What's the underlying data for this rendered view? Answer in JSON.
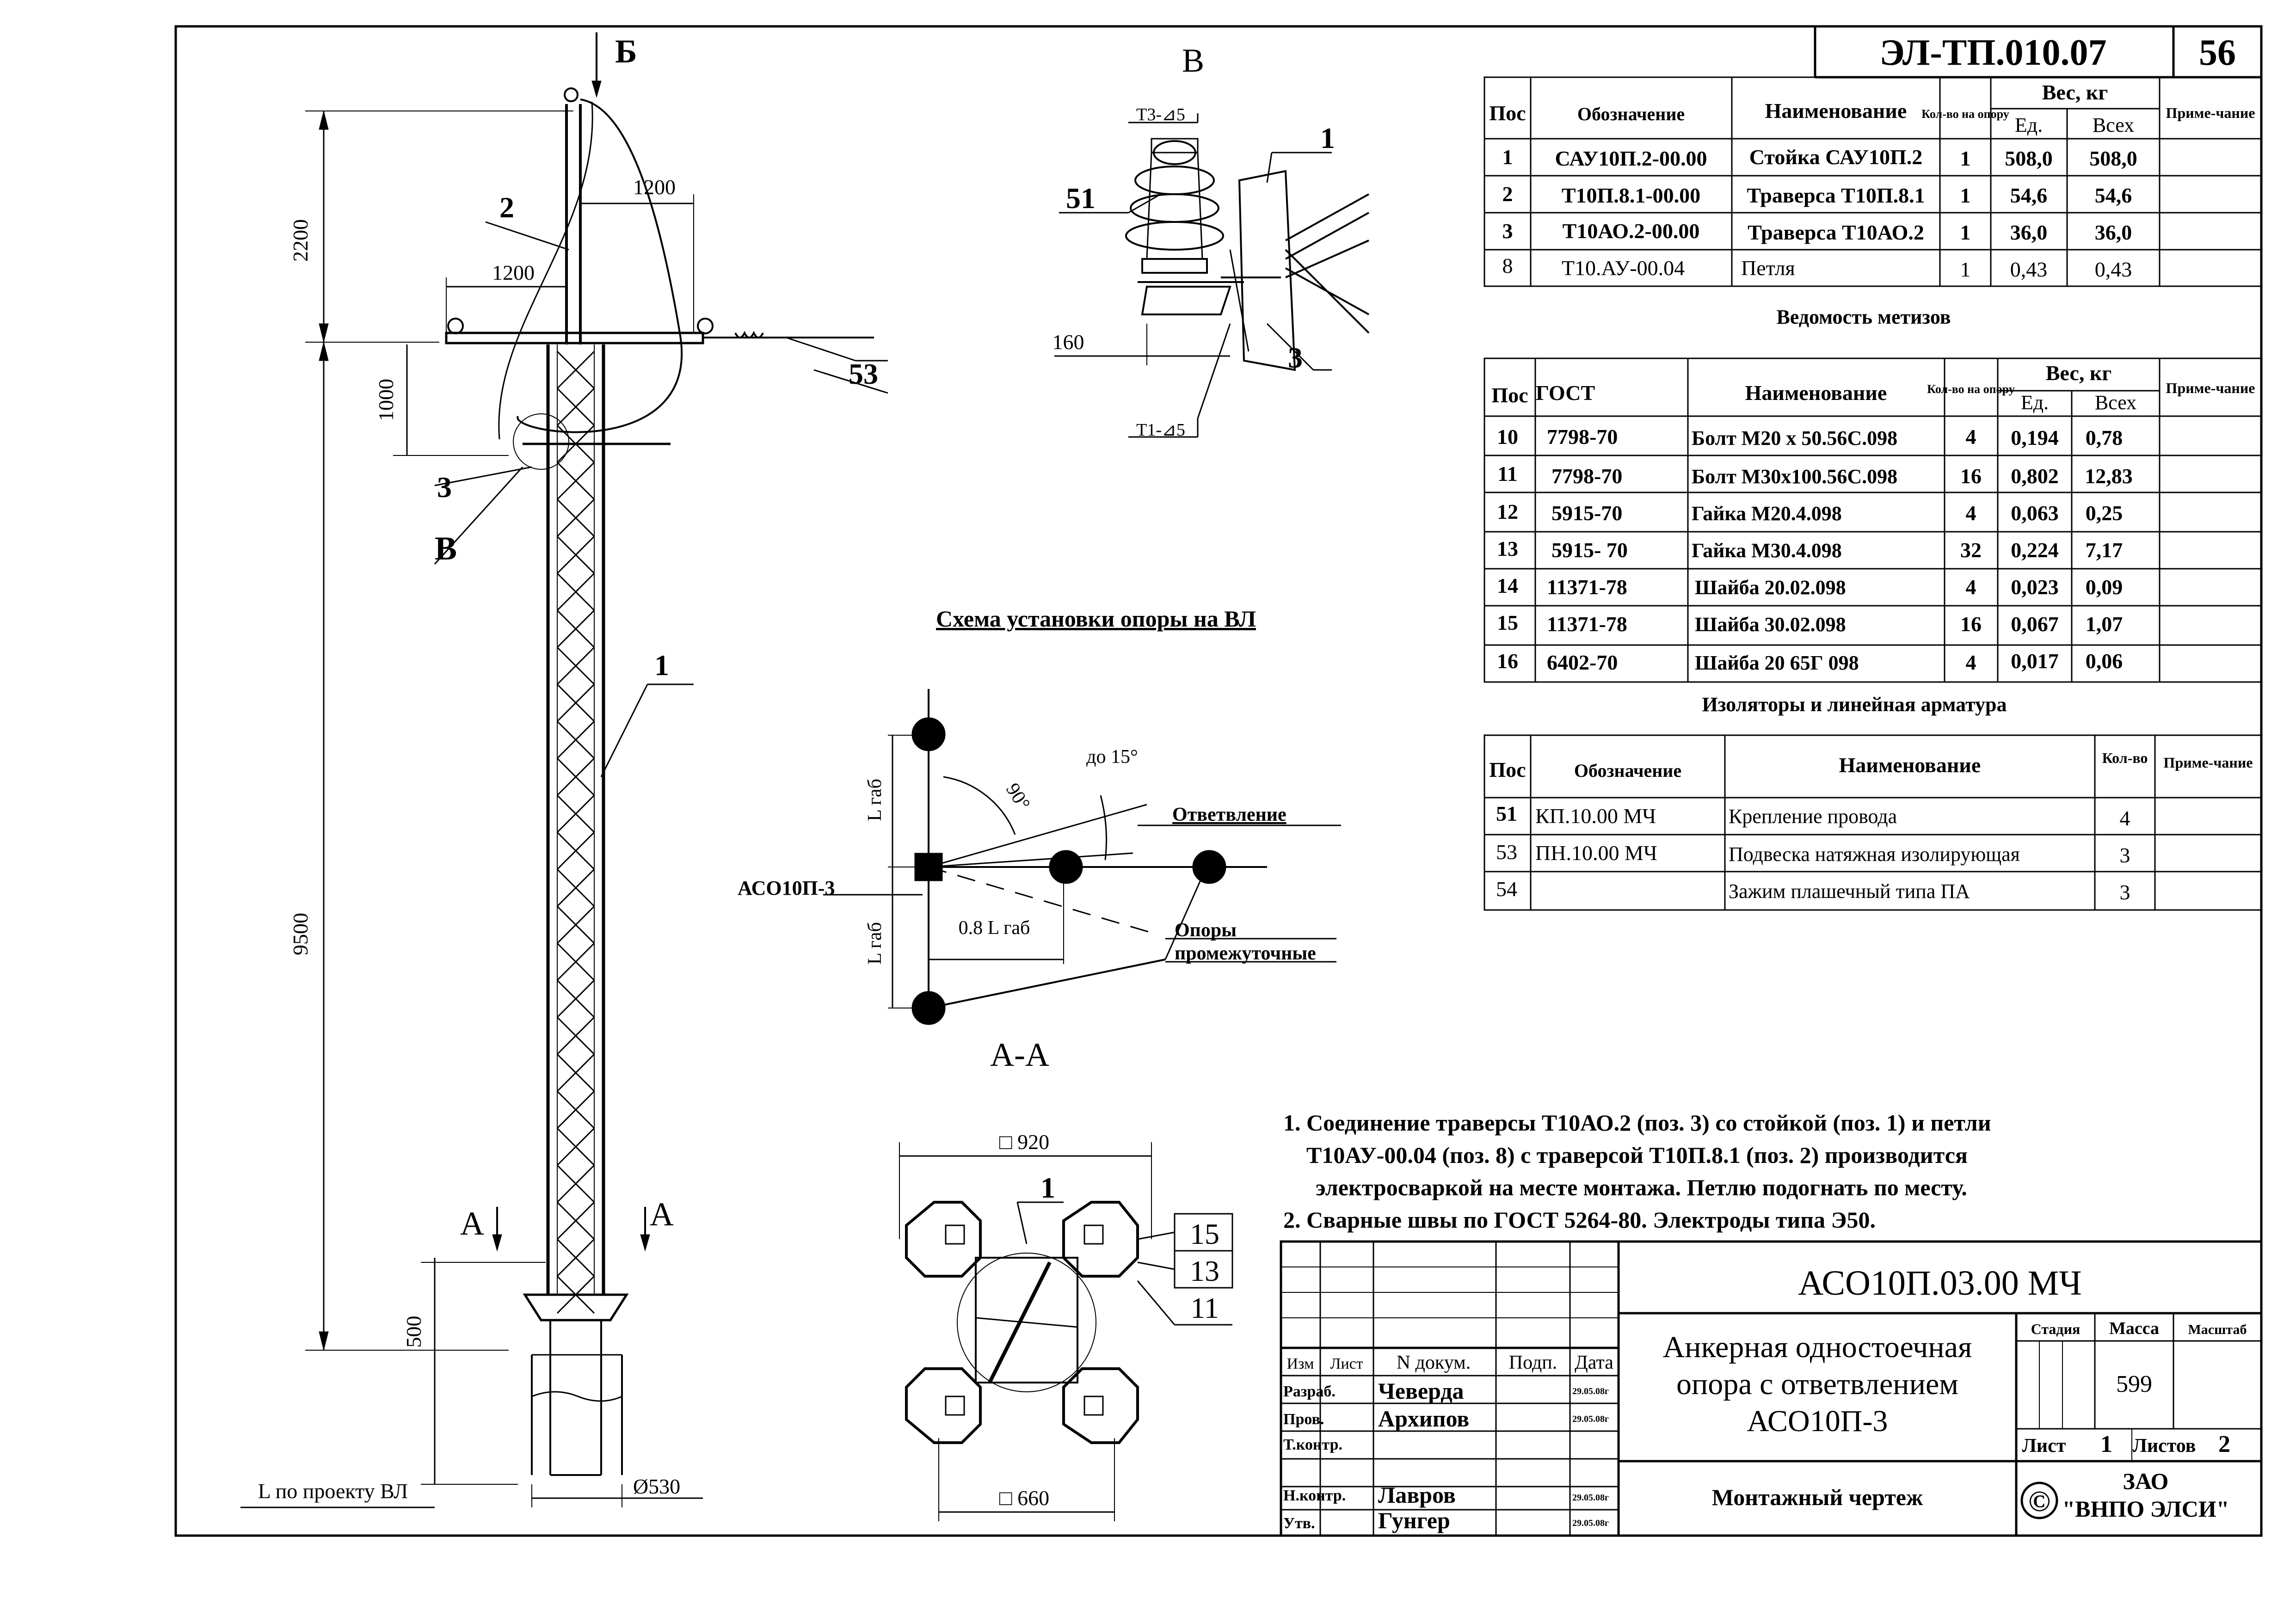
{
  "doc_code": "ЭЛ-ТП.010.07",
  "page_number": "56",
  "parts_table": {
    "headers": {
      "pos": "Пос",
      "designation": "Обозначение",
      "name": "Наименование",
      "qty": "Кол-во на опору",
      "weight": "Вес, кг",
      "unit": "Ед.",
      "total": "Всех",
      "note": "Приме-чание"
    },
    "rows": [
      {
        "pos": "1",
        "designation": "САУ10П.2-00.00",
        "name": "Стойка САУ10П.2",
        "qty": "1",
        "unit": "508,0",
        "total": "508,0"
      },
      {
        "pos": "2",
        "designation": "Т10П.8.1-00.00",
        "name": "Траверса Т10П.8.1",
        "qty": "1",
        "unit": "54,6",
        "total": "54,6"
      },
      {
        "pos": "3",
        "designation": "Т10АО.2-00.00",
        "name": "Траверса Т10АО.2",
        "qty": "1",
        "unit": "36,0",
        "total": "36,0"
      },
      {
        "pos": "8",
        "designation": "Т10.АУ-00.04",
        "name": "Петля",
        "qty": "1",
        "unit": "0,43",
        "total": "0,43"
      }
    ]
  },
  "fasteners_title": "Ведомость метизов",
  "fasteners_table": {
    "headers": {
      "pos": "Пос",
      "gost": "ГОСТ",
      "name": "Наименование",
      "qty": "Кол-во на опору",
      "weight": "Вес, кг",
      "unit": "Ед.",
      "total": "Всех",
      "note": "Приме-чание"
    },
    "rows": [
      {
        "pos": "10",
        "gost": "7798-70",
        "name": "Болт М20 х 50.56С.098",
        "qty": "4",
        "unit": "0,194",
        "total": "0,78"
      },
      {
        "pos": "11",
        "gost": "7798-70",
        "name": "Болт М30х100.56С.098",
        "qty": "16",
        "unit": "0,802",
        "total": "12,83"
      },
      {
        "pos": "12",
        "gost": "5915-70",
        "name": "Гайка М20.4.098",
        "qty": "4",
        "unit": "0,063",
        "total": "0,25"
      },
      {
        "pos": "13",
        "gost": "5915- 70",
        "name": "Гайка М30.4.098",
        "qty": "32",
        "unit": "0,224",
        "total": "7,17"
      },
      {
        "pos": "14",
        "gost": "11371-78",
        "name": "Шайба 20.02.098",
        "qty": "4",
        "unit": "0,023",
        "total": "0,09"
      },
      {
        "pos": "15",
        "gost": "11371-78",
        "name": "Шайба 30.02.098",
        "qty": "16",
        "unit": "0,067",
        "total": "1,07"
      },
      {
        "pos": "16",
        "gost": "6402-70",
        "name": "Шайба 20 65Г 098",
        "qty": "4",
        "unit": "0,017",
        "total": "0,06"
      }
    ]
  },
  "insulators_title": "Изоляторы и линейная арматура",
  "insulators_table": {
    "headers": {
      "pos": "Пос",
      "designation": "Обозначение",
      "name": "Наименование",
      "qty": "Кол-во",
      "note": "Приме-чание"
    },
    "rows": [
      {
        "pos": "51",
        "designation": "КП.10.00 МЧ",
        "name": "Крепление провода",
        "qty": "4"
      },
      {
        "pos": "53",
        "designation": "ПН.10.00 МЧ",
        "name": "Подвеска натяжная изолирующая",
        "qty": "3"
      },
      {
        "pos": "54",
        "designation": "",
        "name": "Зажим плашечный типа ПА",
        "qty": "3"
      }
    ]
  },
  "notes": [
    "1. Соединение траверсы Т10АО.2 (поз. 3) со стойкой (поз. 1) и петли",
    "Т10АУ-00.04 (поз. 8) с траверсой Т10П.8.1 (поз. 2) производится",
    "электросваркой на месте монтажа. Петлю подогнать по месту.",
    "2. Сварные швы по ГОСТ 5264-80. Электроды типа Э50."
  ],
  "main_view": {
    "dims": {
      "top": "2200",
      "traverse_upper": "1200",
      "traverse_lower": "1200",
      "d1000": "1000",
      "height": "9500",
      "d500": "500",
      "diameter": "Ø530",
      "footing": "L по проекту ВЛ"
    },
    "labels": {
      "b_view": "Б",
      "pos1": "1",
      "pos2": "2",
      "pos3": "3",
      "pos53": "53",
      "callout_v": "В",
      "section_a_left": "А",
      "section_a_right": "А"
    }
  },
  "detail_v": {
    "title": "В",
    "weld_top": "Т3-⊿5",
    "weld_bottom": "Т1-⊿5",
    "dim": "160",
    "pos1": "1",
    "pos51": "51",
    "pos3": "3"
  },
  "scheme": {
    "title": "Схема установки опоры на ВЛ",
    "labels": {
      "lgab_upper": "L габ",
      "lgab_lower": "L габ",
      "angle90": "90°",
      "angle15": "до 15°",
      "branch": "Ответвление",
      "support": "АСО10П-3",
      "l08": "0.8 L габ",
      "intermediate_1": "Опоры",
      "intermediate_2": "промежуточные"
    }
  },
  "section_aa": {
    "title": "А-А",
    "dim_top": "□ 920",
    "dim_bottom": "□ 660",
    "pos1": "1",
    "pos15": "15",
    "pos13": "13",
    "pos11": "11"
  },
  "title_block": {
    "code": "АСО10П.03.00 МЧ",
    "name_line1": "Анкерная одностоечная",
    "name_line2": "опора с ответвлением",
    "name_line3": "АСО10П-3",
    "doc_type": "Монтажный чертеж",
    "col_izm": "Изм",
    "col_list": "Лист",
    "col_ndoc": "N докум.",
    "col_podp": "Подп.",
    "col_date": "Дата",
    "stage_label": "Стадия",
    "mass_label": "Масса",
    "scale_label": "Масштаб",
    "mass": "599",
    "sheet_label": "Лист",
    "sheet": "1",
    "sheets_label": "Листов",
    "sheets": "2",
    "roles": [
      {
        "role": "Разраб.",
        "name": "Чеверда",
        "date": "29.05.08г"
      },
      {
        "role": "Пров.",
        "name": "Архипов",
        "date": "29.05.08г"
      },
      {
        "role": "Т.контр.",
        "name": "",
        "date": ""
      },
      {
        "role": "",
        "name": "",
        "date": ""
      },
      {
        "role": "Н.контр.",
        "name": "Лавров",
        "date": "29.05.08г"
      },
      {
        "role": "Утв.",
        "name": "Гунгер",
        "date": "29.05.08г"
      }
    ],
    "company_1": "ЗАО",
    "company_2": "\"ВНПО ЭЛСИ\"",
    "copyright": "©"
  }
}
